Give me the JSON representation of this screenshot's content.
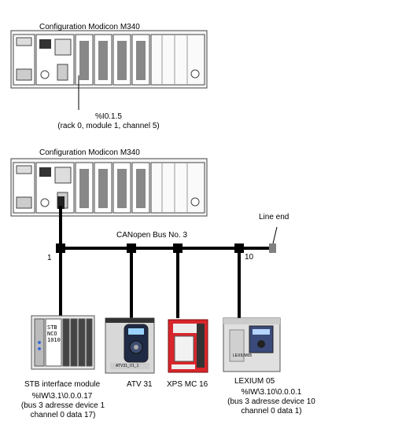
{
  "config_top": {
    "title": "Configuration Modicon M340",
    "address": "%I0.1.5",
    "address_note": "(rack 0, module 1, channel 5)"
  },
  "config_bottom": {
    "title": "Configuration Modicon M340"
  },
  "bus": {
    "label": "CANopen Bus No. 3",
    "line_end": "Line end",
    "first_node": "1",
    "last_node": "10"
  },
  "devices": {
    "stb": {
      "name": "STB interface module",
      "address": "%IW\\3.1\\0.0.0.17",
      "note1": "(bus 3 adresse device 1",
      "note2": "channel 0 data 17)",
      "module_text": [
        "STB",
        "NCO",
        "1010"
      ]
    },
    "atv": {
      "name": "ATV 31",
      "panel_text": "ATV31_V1_1"
    },
    "xps": {
      "name": "XPS MC 16"
    },
    "lexium": {
      "name": "LEXIUM  05",
      "address": "%IW\\3.10\\0.0.0.1",
      "note1": "(bus 3 adresse device 10",
      "note2": "channel 0 data 1)",
      "panel_text": "LEXIUM05"
    }
  },
  "colors": {
    "line": "#000000",
    "rack_outline": "#444444",
    "xps_red": "#d8262c",
    "lexium_panel": "#3a4a7a",
    "line_end_box": "#808080"
  }
}
